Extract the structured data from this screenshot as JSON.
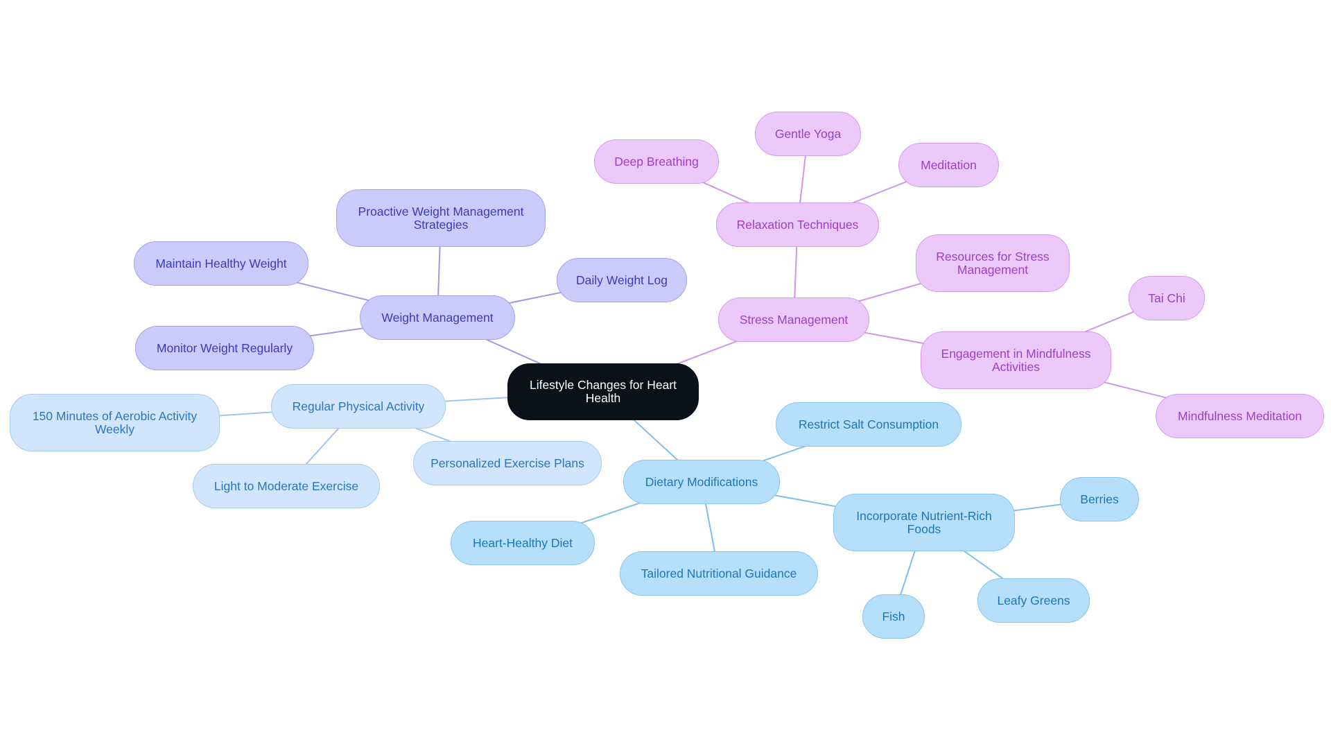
{
  "colors": {
    "root": "#0b1118",
    "weight_branch": "#9a9ae8",
    "physical_branch": "#9ec5f0",
    "diet_branch": "#7dbfeb",
    "stress_branch": "#cf95ec"
  },
  "nodes": {
    "root": "Lifestyle Changes for Heart Health",
    "weight_management": "Weight Management",
    "proactive_weight": "Proactive Weight Management Strategies",
    "maintain_weight": "Maintain Healthy Weight",
    "daily_log": "Daily Weight Log",
    "monitor_weight": "Monitor Weight Regularly",
    "physical_activity": "Regular Physical Activity",
    "aerobic": "150 Minutes of Aerobic Activity Weekly",
    "light_exercise": "Light to Moderate Exercise",
    "exercise_plans": "Personalized Exercise Plans",
    "dietary": "Dietary Modifications",
    "salt": "Restrict Salt Consumption",
    "heart_diet": "Heart-Healthy Diet",
    "nutrition_guidance": "Tailored Nutritional Guidance",
    "nutrient_foods": "Incorporate Nutrient-Rich Foods",
    "berries": "Berries",
    "leafy_greens": "Leafy Greens",
    "fish": "Fish",
    "stress": "Stress Management",
    "relaxation": "Relaxation Techniques",
    "deep_breathing": "Deep Breathing",
    "gentle_yoga": "Gentle Yoga",
    "meditation": "Meditation",
    "stress_resources": "Resources for Stress Management",
    "mindfulness_activities": "Engagement in Mindfulness Activities",
    "tai_chi": "Tai Chi",
    "mindfulness_meditation": "Mindfulness Meditation"
  },
  "edges": [
    [
      "root",
      "weight_management"
    ],
    [
      "root",
      "physical_activity"
    ],
    [
      "root",
      "dietary"
    ],
    [
      "root",
      "stress"
    ],
    [
      "weight_management",
      "proactive_weight"
    ],
    [
      "weight_management",
      "maintain_weight"
    ],
    [
      "weight_management",
      "daily_log"
    ],
    [
      "weight_management",
      "monitor_weight"
    ],
    [
      "physical_activity",
      "aerobic"
    ],
    [
      "physical_activity",
      "light_exercise"
    ],
    [
      "physical_activity",
      "exercise_plans"
    ],
    [
      "dietary",
      "salt"
    ],
    [
      "dietary",
      "heart_diet"
    ],
    [
      "dietary",
      "nutrition_guidance"
    ],
    [
      "dietary",
      "nutrient_foods"
    ],
    [
      "nutrient_foods",
      "berries"
    ],
    [
      "nutrient_foods",
      "leafy_greens"
    ],
    [
      "nutrient_foods",
      "fish"
    ],
    [
      "stress",
      "relaxation"
    ],
    [
      "stress",
      "stress_resources"
    ],
    [
      "stress",
      "mindfulness_activities"
    ],
    [
      "relaxation",
      "deep_breathing"
    ],
    [
      "relaxation",
      "gentle_yoga"
    ],
    [
      "relaxation",
      "meditation"
    ],
    [
      "mindfulness_activities",
      "tai_chi"
    ],
    [
      "mindfulness_activities",
      "mindfulness_meditation"
    ]
  ]
}
